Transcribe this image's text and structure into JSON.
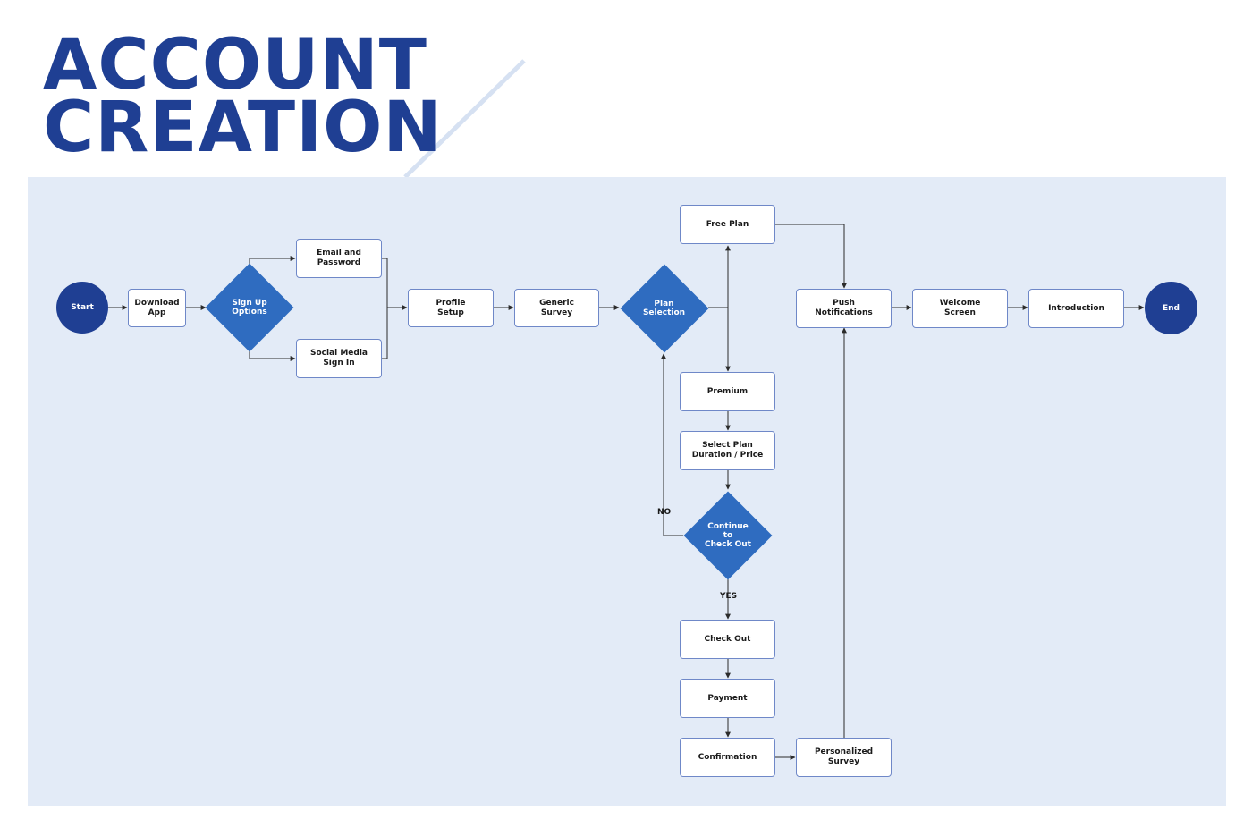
{
  "title": {
    "line1": "ACCOUNT",
    "line2": "CREATION"
  },
  "colors": {
    "title": "#1f3f93",
    "panel_bg": "#e3ebf7",
    "terminal_fill": "#1f3f93",
    "decision_fill": "#2f6cc0",
    "process_border": "#6f88c8",
    "connector": "#2b2b2b"
  },
  "diagram": {
    "nodes": {
      "start": "Start",
      "download_app": "Download\nApp",
      "sign_up_options": "Sign Up\nOptions",
      "email_password": "Email and\nPassword",
      "social_media": "Social Media\nSign In",
      "profile_setup": "Profile\nSetup",
      "generic_survey": "Generic\nSurvey",
      "plan_selection": "Plan\nSelection",
      "free_plan": "Free Plan",
      "premium": "Premium",
      "select_plan_duration": "Select Plan\nDuration / Price",
      "continue_checkout": "Continue\nto\nCheck Out",
      "check_out": "Check Out",
      "payment": "Payment",
      "confirmation": "Confirmation",
      "personalized_survey": "Personalized\nSurvey",
      "push_notifications": "Push\nNotifications",
      "welcome_screen": "Welcome\nScreen",
      "introduction": "Introduction",
      "end": "End"
    },
    "edge_labels": {
      "no": "NO",
      "yes": "YES"
    }
  }
}
